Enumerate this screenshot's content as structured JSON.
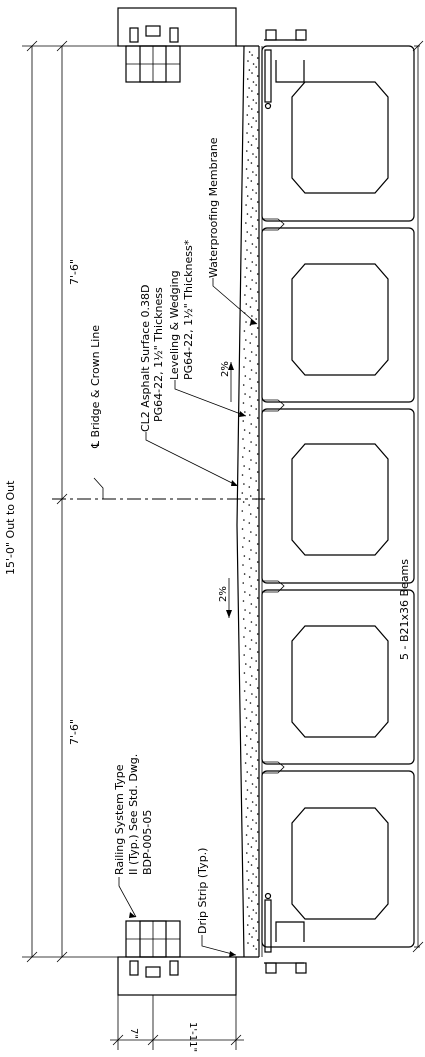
{
  "dimensions": {
    "overall": "15'-0\" Out to Out",
    "half_top": "7'-6\"",
    "half_bottom": "7'-6\"",
    "beams": "5 - B21x36 Beams",
    "dim_a": "7\"",
    "dim_b": "1'-11\""
  },
  "labels": {
    "centerline": "℄ Bridge & Crown Line",
    "asphalt_1": "CL2 Asphalt Surface 0.38D",
    "asphalt_2": "PG64-22, 1½\" Thickness",
    "leveling_1": "Leveling & Wedging",
    "leveling_2": "PG64-22, 1½\" Thickness*",
    "membrane": "Waterproofing Membrane",
    "railing_1": "Railing System Type",
    "railing_2": "II (Typ.) See Std. Dwg.",
    "railing_3": "BDP-005-05",
    "drip": "Drip Strip (Typ.)",
    "slope_top": "2%",
    "slope_bottom": "2%"
  }
}
